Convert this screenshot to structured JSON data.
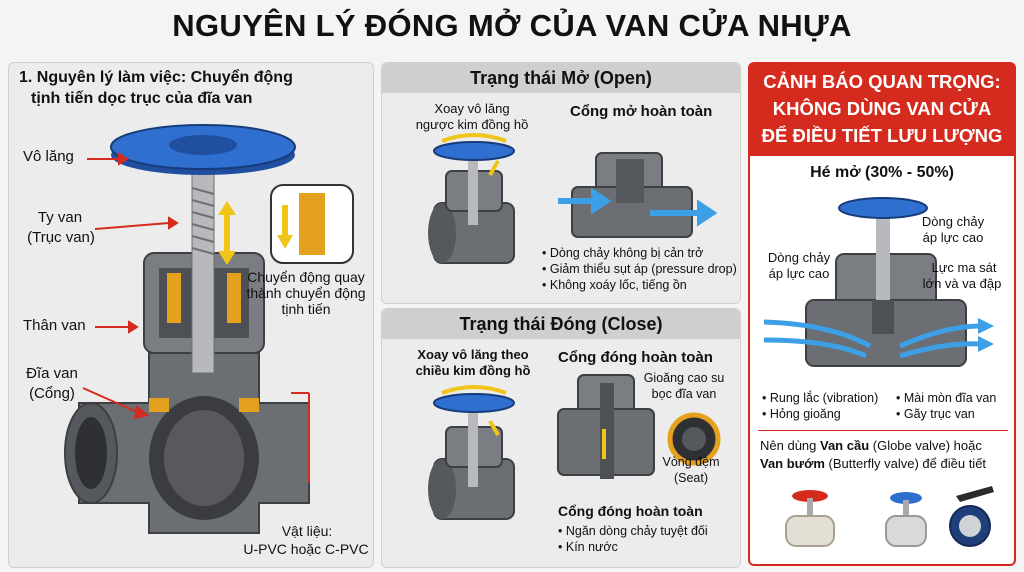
{
  "title": "NGUYÊN LÝ ĐÓNG MỞ CỦA VAN CỬA NHỰA",
  "left": {
    "heading_line1": "1. Nguyên lý làm việc: Chuyển động",
    "heading_line2": "tịnh tiến dọc trục của đĩa van",
    "lbl_handwheel": "Vô lăng",
    "lbl_stem1": "Ty van",
    "lbl_stem2": "(Trục van)",
    "lbl_motion1": "Chuyển động quay",
    "lbl_motion2": "thành chuyển động",
    "lbl_motion3": "tịnh tiến",
    "lbl_body": "Thân van",
    "lbl_disc1": "Đĩa van",
    "lbl_disc2": "(Cổng)",
    "lbl_mat1": "Vật liệu:",
    "lbl_mat2": "U-PVC hoặc C-PVC"
  },
  "open": {
    "header": "Trạng thái Mở (Open)",
    "turn1": "Xoay vô lăng",
    "turn2": "ngược kim đồng hồ",
    "gate": "Cổng mở hoàn toàn",
    "bullets": [
      "Dòng chảy không bị cản trở",
      "Giảm thiểu sụt áp (pressure drop)",
      "Không xoáy lốc, tiếng ồn"
    ]
  },
  "close": {
    "header": "Trạng thái Đóng (Close)",
    "turn1": "Xoay vô lăng theo",
    "turn2": "chiều kim đồng hồ",
    "gate": "Cổng đóng hoàn toàn",
    "gasket1": "Gioăng cao su",
    "gasket2": "bọc đĩa van",
    "seat1": "Vòng đệm",
    "seat2": "(Seat)",
    "gate2": "Cổng đóng hoàn toàn",
    "bullets": [
      "Ngăn dòng chảy tuyệt đối",
      "Kín nước"
    ]
  },
  "warning": {
    "header1": "CẢNH BÁO QUAN TRỌNG:",
    "header2": "KHÔNG DÙNG VAN CỬA",
    "header3": "ĐỂ ĐIỀU TIẾT LƯU LƯỢNG",
    "half": "Hé mở (30% - 50%)",
    "flow_l1": "Dòng chảy",
    "flow_l2": "áp lực cao",
    "flow_r1": "Dòng chảy",
    "flow_r2": "áp lực cao",
    "fric1": "Lực ma sát",
    "fric2": "lớn và va đập",
    "bullets": [
      "Rung lắc (vibration)",
      "Mài mòn đĩa van",
      "Hỏng gioăng",
      "Gãy trục van"
    ],
    "rec_pre": "Nên dùng ",
    "rec_globe": "Van cầu",
    "rec_mid": " (Globe valve) hoặc",
    "rec_butterfly": "Van bướm",
    "rec_post": " (Butterfly valve) để điều tiết"
  },
  "colors": {
    "accent_red": "#d52b1e",
    "valve_blue": "#2f6fd0",
    "pvc_grey": "#6b6e73",
    "brass": "#e3a11e",
    "flow_blue": "#3da0e6"
  }
}
